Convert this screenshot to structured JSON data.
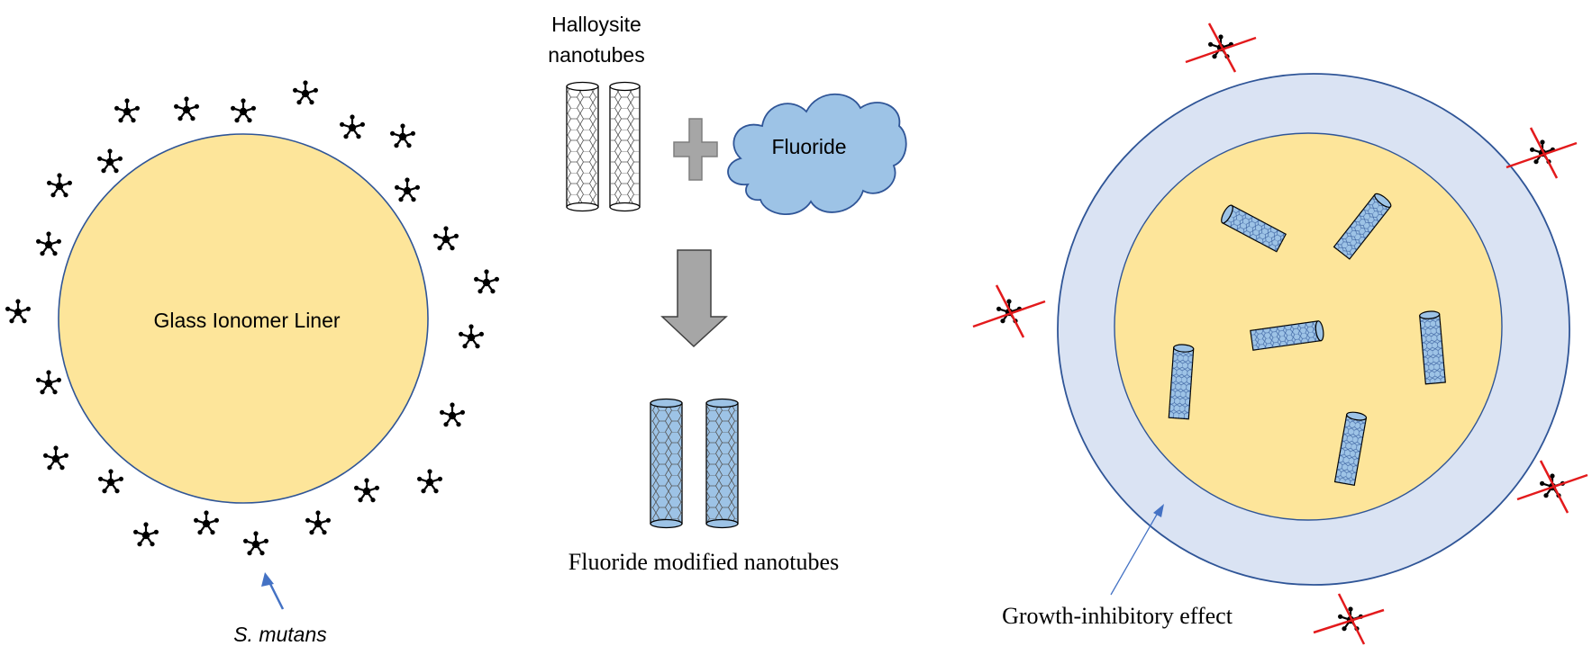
{
  "labels": {
    "liner": "Glass Ionomer Liner",
    "bacteria": "S. mutans",
    "halloysite_line1": "Halloysite",
    "halloysite_line2": "nanotubes",
    "fluoride": "Fluoride",
    "modified": "Fluoride modified nanotubes",
    "growth": "Growth-inhibitory effect"
  },
  "colors": {
    "liner_fill": "#fde59a",
    "circle_stroke": "#2f5597",
    "outer_ring": "#dae3f3",
    "nanotube_blue": "#9dc3e6",
    "fluoride_cloud": "#9dc3e6",
    "arrow_gray": "#a6a6a6",
    "bacterium": "#000000",
    "inhibit_cross": "#e31a1c",
    "pointer_blue": "#4472c4"
  },
  "icons": {
    "bacterium": "bacterium-icon",
    "plus": "plus-icon",
    "down_arrow": "down-arrow-icon",
    "cloud": "cloud-icon",
    "inhibited": "inhibited-bacterium-icon"
  }
}
